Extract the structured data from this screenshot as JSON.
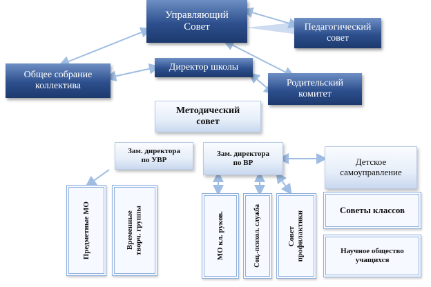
{
  "nodes": {
    "governing_council": "Управляющий\nСовет",
    "pedagogical_council": "Педагогический\nсовет",
    "general_meeting": "Общее собрание\nколлектива",
    "school_director": "Директор школы",
    "parent_committee": "Родительский\nкомитет",
    "methodical_council": "Методический\nсовет",
    "deputy_uvr": "Зам. директора\nпо УВР",
    "deputy_vr": "Зам. директора\nпо ВР",
    "student_self_government": "Детское\nсамоуправление",
    "subject_mo": "Предметные МО",
    "creative_groups": "Временные\nтворч. группы",
    "mo_class_teachers": "МО кл. руков.",
    "socio_psych_service": "Соц.-психол. служба",
    "prevention_council": "Совет\nпрофилактики",
    "class_councils": "Советы классов",
    "student_scientific_society": "Научное общество\nучащихся"
  },
  "colors": {
    "dark_box": "#2d4f8d",
    "light_box": "#e6eef9",
    "frame_border": "#8fb0dc",
    "connector": "#9fbde3"
  }
}
